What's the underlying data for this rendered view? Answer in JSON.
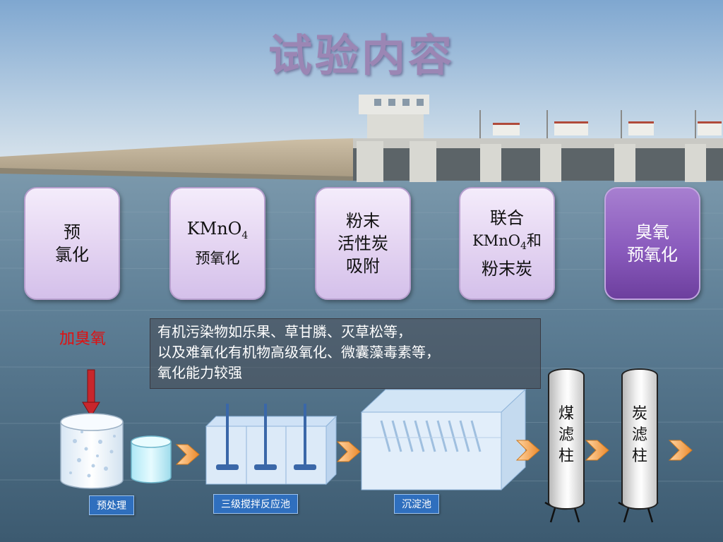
{
  "title": "试验内容",
  "steps": [
    {
      "line1": "预",
      "line2": "氯化"
    },
    {
      "line1_main": "KMnO",
      "line1_sub": "4",
      "line2": "预氧化"
    },
    {
      "line1": "粉末",
      "line2": "活性炭",
      "line3": "吸附"
    },
    {
      "line1": "联合",
      "line2_main": "KMnO",
      "line2_sub": "4",
      "line2_tail": "和",
      "line3": "粉末炭"
    },
    {
      "line1": "臭氧",
      "line2": "预氧化"
    }
  ],
  "add_ozone": "加臭氧",
  "description": {
    "line1": "有机污染物如乐果、草甘膦、灭草松等，",
    "line2": "以及难氧化有机物高级氧化、微囊藻毒素等，",
    "line3": "氧化能力较强"
  },
  "process_labels": {
    "pretreatment": "预处理",
    "reactor": "三级搅拌反应池",
    "sedimentation": "沉淀池"
  },
  "columns": {
    "coal": [
      "煤",
      "滤",
      "柱"
    ],
    "carbon": [
      "炭",
      "滤",
      "柱"
    ]
  },
  "colors": {
    "title": "#9b86b4",
    "step_box": "#e3d3f1",
    "step_active": "#8a5bbd",
    "add_ozone": "#e01010",
    "label_box": "#2f6fbe",
    "arrow": "#f0a040"
  }
}
